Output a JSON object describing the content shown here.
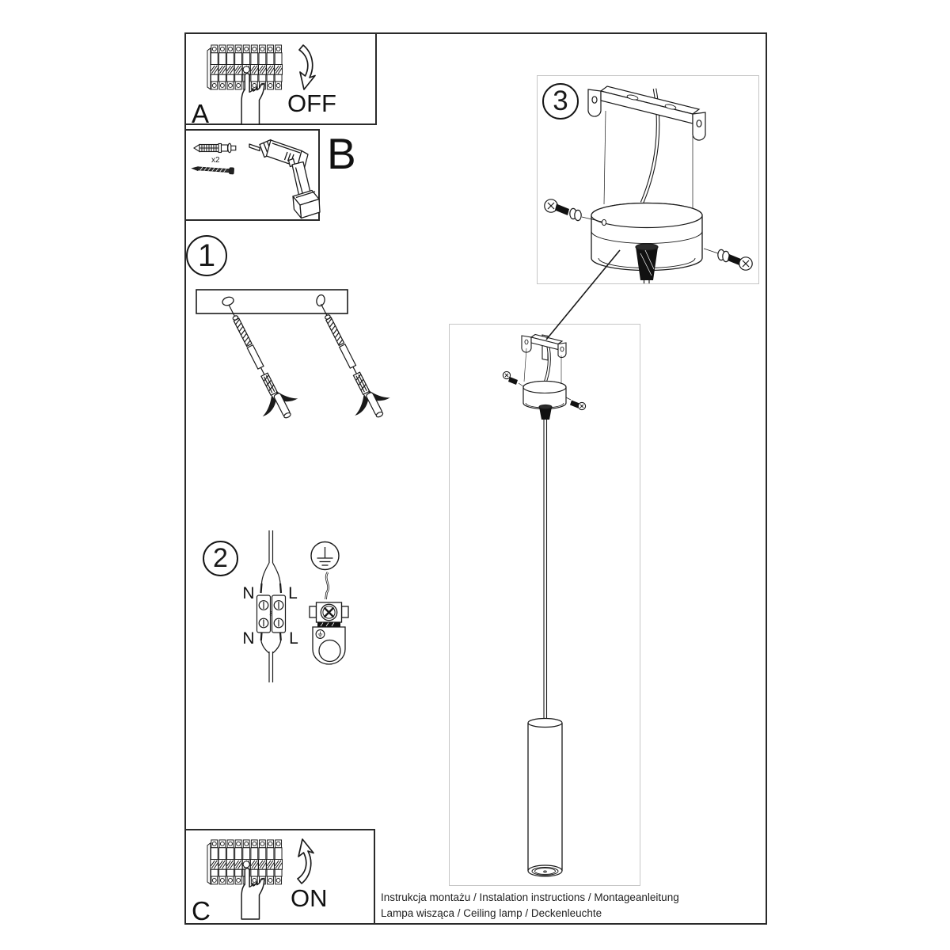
{
  "panel_a": {
    "label": "A",
    "switch_state": "OFF"
  },
  "panel_b": {
    "label": "B",
    "anchor_quantity": "x2"
  },
  "steps": {
    "one": "1",
    "two": "2",
    "three": "3"
  },
  "wiring": {
    "top_neutral": "N",
    "top_live": "L",
    "bottom_neutral": "N",
    "bottom_live": "L"
  },
  "panel_c": {
    "label": "C",
    "switch_state": "ON"
  },
  "footer": {
    "line1": "Instrukcja montażu / Instalation instructions / Montageanleitung",
    "line2": "Lampa wisząca / Ceiling lamp / Deckenleuchte"
  },
  "colors": {
    "ink": "#1a1a1a",
    "frame_border": "#2a2a2a",
    "detail_border": "#c6c6c6",
    "background": "#ffffff"
  }
}
